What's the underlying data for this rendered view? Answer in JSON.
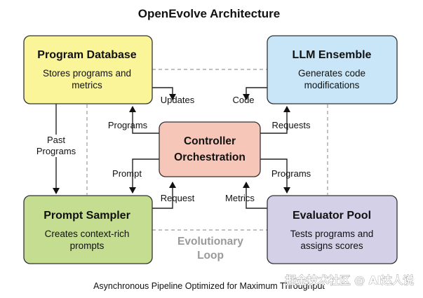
{
  "title": "OpenEvolve Architecture",
  "colors": {
    "program_database": "#fbf59a",
    "llm_ensemble": "#c8e6f8",
    "controller": "#f6c6b8",
    "prompt_sampler": "#c4dd90",
    "evaluator_pool": "#d3d0e8",
    "border": "#333333",
    "dashed": "#9a9a9a"
  },
  "boxes": {
    "program_database": {
      "title": "Program Database",
      "desc_line1": "Stores programs and",
      "desc_line2": "metrics"
    },
    "llm_ensemble": {
      "title": "LLM Ensemble",
      "desc_line1": "Generates code",
      "desc_line2": "modifications"
    },
    "controller": {
      "title_line1": "Controller",
      "title_line2": "Orchestration"
    },
    "prompt_sampler": {
      "title": "Prompt Sampler",
      "desc_line1": "Creates context-rich",
      "desc_line2": "prompts"
    },
    "evaluator_pool": {
      "title": "Evaluator Pool",
      "desc_line1": "Tests programs and",
      "desc_line2": "assigns scores"
    }
  },
  "edges": {
    "updates": "Updates",
    "code": "Code",
    "programs": "Programs",
    "requests": "Requests",
    "past_programs_line1": "Past",
    "past_programs_line2": "Programs",
    "prompt": "Prompt",
    "programs_to_evaluator": "Programs",
    "request": "Request",
    "metrics": "Metrics"
  },
  "loop_label": {
    "line1": "Evolutionary",
    "line2": "Loop"
  },
  "footer": "Asynchronous Pipeline Optimized for Maximum Throughput",
  "watermark": "掘金技术社区 @ AI达人说"
}
